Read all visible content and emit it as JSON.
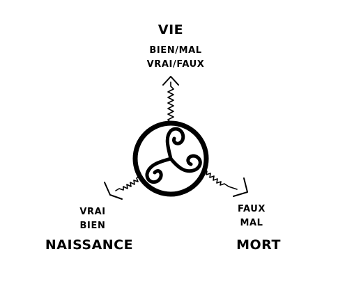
{
  "top": {
    "title": "VIE",
    "line1": "BIEN/MAL",
    "line2": "VRAI/FAUX"
  },
  "left": {
    "line1": "VRAI",
    "line2": "BIEN",
    "title": "NAISSANCE"
  },
  "right": {
    "line1": "FAUX",
    "line2": "MAL",
    "title": "MORT"
  },
  "symbol": {
    "name": "triskelion",
    "stroke_color": "#000000"
  }
}
